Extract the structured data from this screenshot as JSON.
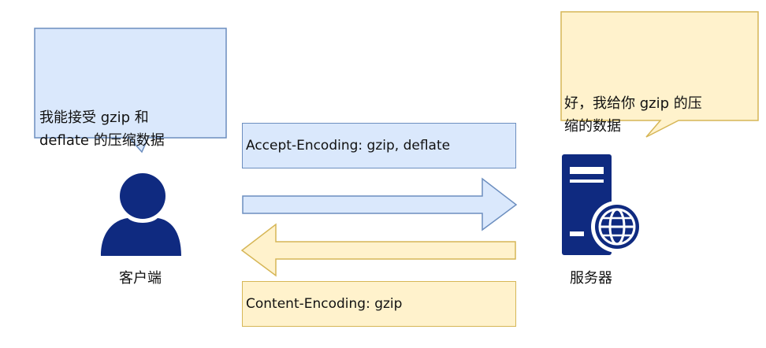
{
  "client": {
    "bubble_text": "我能接受 gzip 和\ndeflate 的压缩数据",
    "caption": "客户端"
  },
  "server": {
    "bubble_text": "好，我给你 gzip 的压\n缩的数据",
    "caption": "服务器"
  },
  "request": {
    "label": "Accept-Encoding: gzip, deflate"
  },
  "response": {
    "label": "Content-Encoding: gzip"
  },
  "colors": {
    "blue_fill": "#dae8fc",
    "blue_stroke": "#6c8ebf",
    "yellow_fill": "#fff2cc",
    "yellow_stroke": "#d6b656",
    "icon_navy": "#0f2a80"
  },
  "icons": {
    "client": "user-icon",
    "server": "server-globe-icon"
  }
}
